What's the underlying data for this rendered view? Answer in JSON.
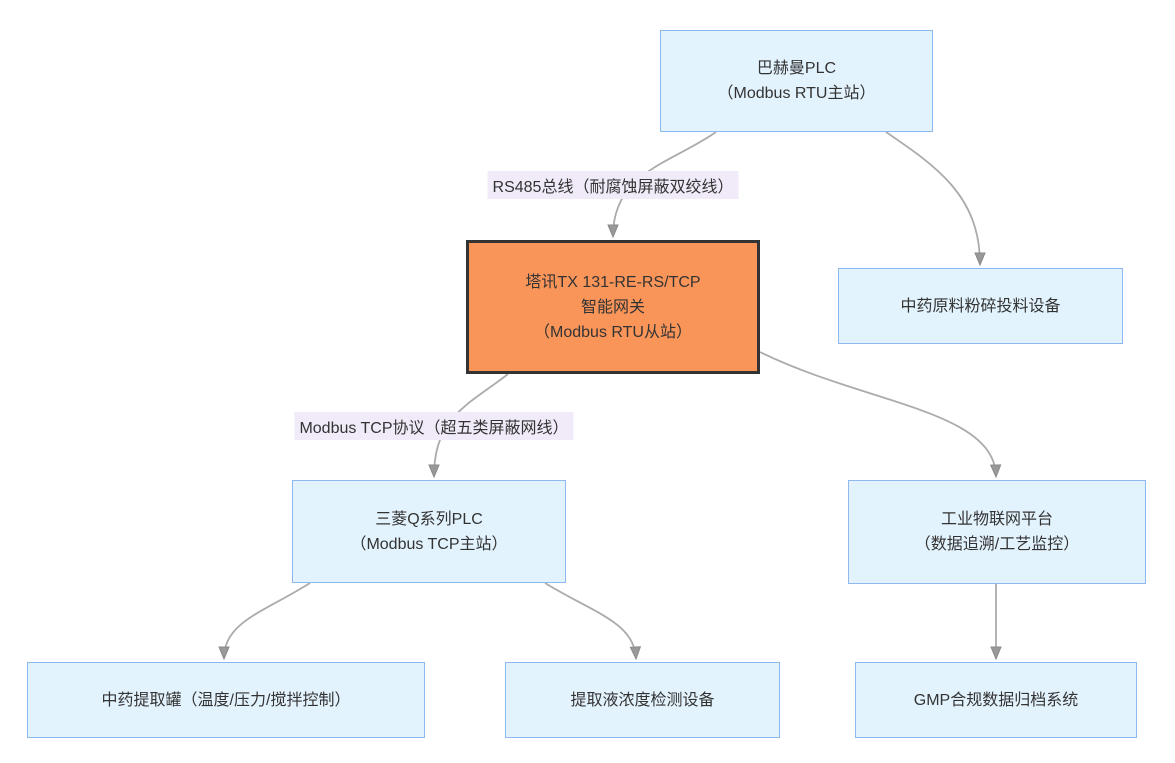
{
  "diagram_type": "flowchart",
  "colors": {
    "background": "#FFFFFF",
    "node_fill": "#E3F3FD",
    "node_border": "#8FB7F0",
    "gateway_fill": "#FA9559",
    "gateway_border": "#333333",
    "edge_line": "#ABABAB",
    "arrowhead": "#999999",
    "edge_label_bg": "#F1EBF9",
    "text": "#333333"
  },
  "nodes": {
    "bachmann": {
      "line1": "巴赫曼PLC",
      "line2": "（Modbus RTU主站）"
    },
    "gateway": {
      "line1": "塔讯TX 131-RE-RS/TCP",
      "line2": "智能网关",
      "line3": "（Modbus RTU从站）"
    },
    "crusher": {
      "line1": "中药原料粉碎投料设备"
    },
    "mitsubishi": {
      "line1": "三菱Q系列PLC",
      "line2": "（Modbus TCP主站）"
    },
    "iiot": {
      "line1": "工业物联网平台",
      "line2": "（数据追溯/工艺监控）"
    },
    "extractor": {
      "line1": "中药提取罐（温度/压力/搅拌控制）"
    },
    "concentration": {
      "line1": "提取液浓度检测设备"
    },
    "gmp": {
      "line1": "GMP合规数据归档系统"
    }
  },
  "edge_labels": {
    "rs485": "RS485总线（耐腐蚀屏蔽双绞线）",
    "modbus_tcp": "Modbus TCP协议（超五类屏蔽网线）"
  }
}
